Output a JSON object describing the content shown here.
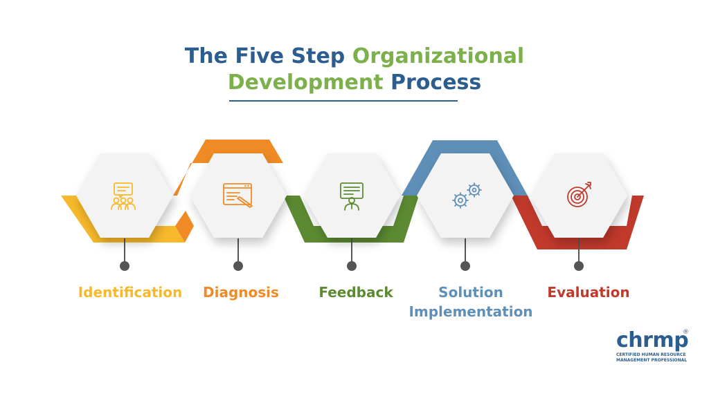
{
  "title": {
    "line1_part1": "The Five Step ",
    "line1_part2": "Organizational",
    "line2_part1": "Development ",
    "line2_part2": "Process"
  },
  "colors": {
    "title_blue": "#2c5d8f",
    "title_green": "#7bb04a",
    "hexagon_fill": "#f3f3f3",
    "connector": "#555555"
  },
  "steps": [
    {
      "label": "Identification",
      "icon": "presentation-team-icon",
      "color": "#f7b92b"
    },
    {
      "label": "Diagnosis",
      "icon": "browser-edit-icon",
      "color": "#f08a24"
    },
    {
      "label": "Feedback",
      "icon": "presenter-board-icon",
      "color": "#5b8a32"
    },
    {
      "label_line1": "Solution",
      "label_line2": "Implementation",
      "icon": "gears-icon",
      "color": "#5e8fb8"
    },
    {
      "label": "Evaluation",
      "icon": "target-arrow-icon",
      "color": "#c0392b"
    }
  ],
  "brand": {
    "name": "chrmp",
    "registered": "®",
    "tagline_line1": "CERTIFIED HUMAN RESOURCE",
    "tagline_line2": "MANAGEMENT PROFESSIONAL"
  }
}
